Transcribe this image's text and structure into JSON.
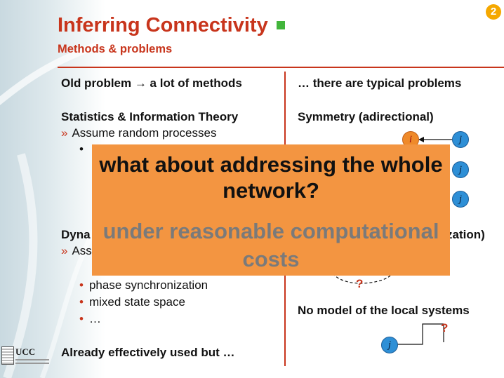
{
  "header": {
    "title": "Inferring Connectivity",
    "subtitle": "Methods & problems",
    "slide_number": "2"
  },
  "left": {
    "heading": "Old problem → a lot of methods",
    "section1_title": "Statistics & Information Theory",
    "section1_item": "Assume random processes",
    "section2_title_visible": "Dyna",
    "section2_item_visible": "Ass",
    "bullets_visible": [
      "phase synchronization",
      "mixed state space",
      "…"
    ],
    "footer": "Already effectively used but …",
    "bullet_glyph": "•",
    "sub_glyph": "»"
  },
  "right": {
    "heading": "… there are typical problems",
    "problem1": "Symmetry (adirectional)",
    "problem2_visible": "zation)",
    "problem3": "No model of the local systems",
    "node_i": "i",
    "node_j": "j",
    "question": "?"
  },
  "overlay": {
    "question": "what about addressing the whole network?",
    "subtext": "under reasonable computational costs"
  },
  "logo": {
    "text": "UCC"
  },
  "colors": {
    "accent_red": "#c8351c",
    "green_square": "#42b53b",
    "badge_orange": "#f5a800",
    "overlay_orange": "#f39541",
    "node_blue": "#2e8fd6",
    "node_orange": "#ef8a2a"
  }
}
